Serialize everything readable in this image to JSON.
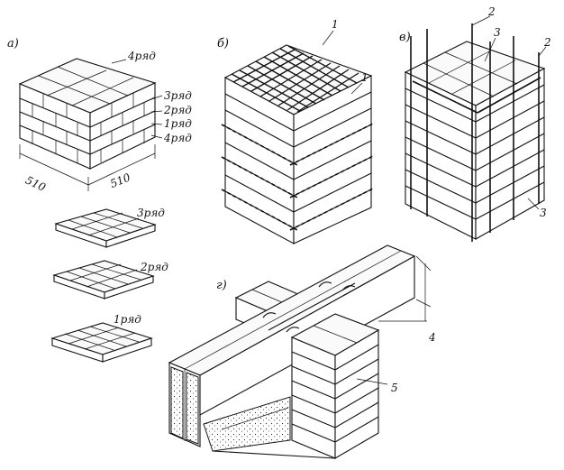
{
  "panels": {
    "a": {
      "letter": "а)",
      "rows": [
        "4ряд",
        "3ряд",
        "2ряд",
        "1ряд",
        "4ряд"
      ],
      "dim_left": "510",
      "dim_right": "510",
      "plans": [
        "3ряд",
        "2ряд",
        "1ряд"
      ]
    },
    "b": {
      "letter": "б)",
      "callout_top": "1",
      "callout_side": "1"
    },
    "v": {
      "letter": "в)",
      "callout_2a": "2",
      "callout_3a": "3",
      "callout_2b": "2",
      "callout_3b": "3"
    },
    "g": {
      "letter": "г)",
      "callout_4": "4",
      "callout_5": "5"
    }
  }
}
